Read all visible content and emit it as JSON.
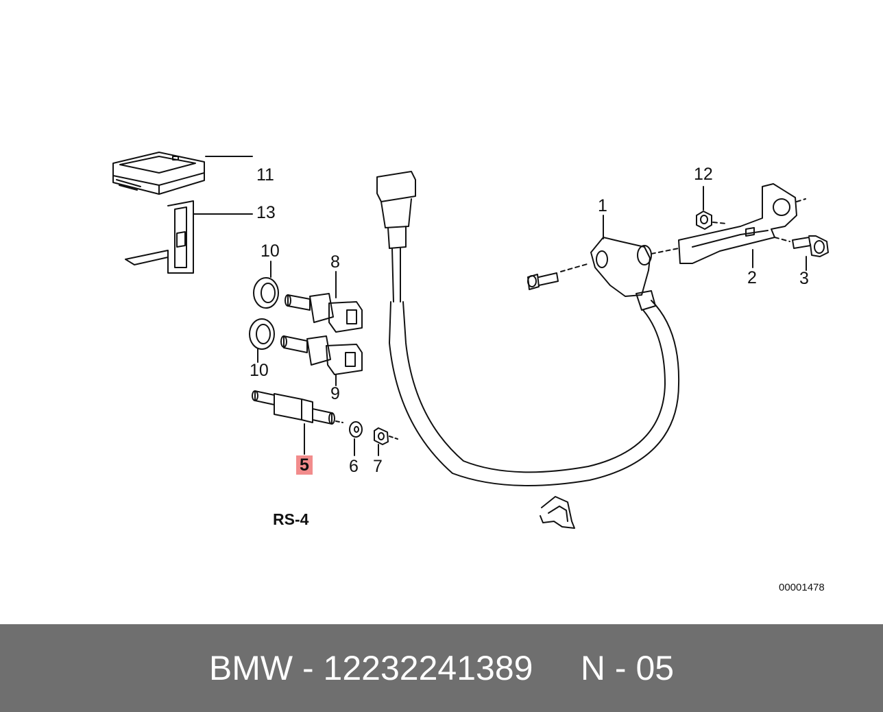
{
  "callouts": {
    "c1": "1",
    "c2": "2",
    "c3": "3",
    "c5": "5",
    "c6": "6",
    "c7": "7",
    "c8": "8",
    "c9": "9",
    "c10a": "10",
    "c10b": "10",
    "c11": "11",
    "c12": "12",
    "c13": "13"
  },
  "highlight_color": "#f28c8c",
  "group_label": "RS-4",
  "ref_code": "00001478",
  "footer": {
    "brand": "BMW",
    "sep1": " - ",
    "part_number": "12232241389",
    "gap": "     ",
    "position": "N - 05",
    "background": "#6f6f6f"
  }
}
